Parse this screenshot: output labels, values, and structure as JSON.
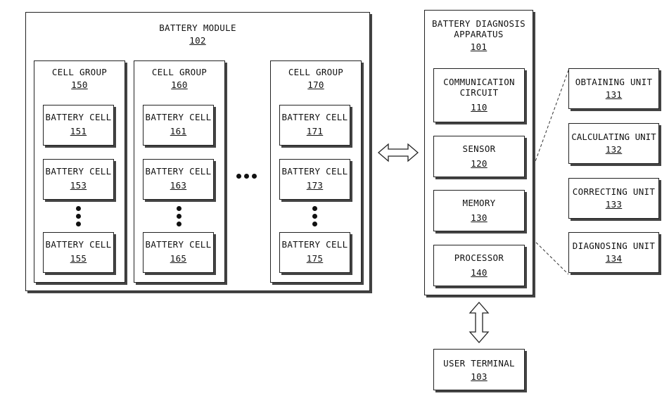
{
  "module": {
    "label": "BATTERY MODULE",
    "ref": "102"
  },
  "groups": [
    {
      "label": "CELL GROUP",
      "ref": "150",
      "cells": [
        {
          "label": "BATTERY CELL",
          "ref": "151"
        },
        {
          "label": "BATTERY CELL",
          "ref": "153"
        },
        {
          "label": "BATTERY CELL",
          "ref": "155"
        }
      ]
    },
    {
      "label": "CELL GROUP",
      "ref": "160",
      "cells": [
        {
          "label": "BATTERY CELL",
          "ref": "161"
        },
        {
          "label": "BATTERY CELL",
          "ref": "163"
        },
        {
          "label": "BATTERY CELL",
          "ref": "165"
        }
      ]
    },
    {
      "label": "CELL GROUP",
      "ref": "170",
      "cells": [
        {
          "label": "BATTERY CELL",
          "ref": "171"
        },
        {
          "label": "BATTERY CELL",
          "ref": "173"
        },
        {
          "label": "BATTERY CELL",
          "ref": "175"
        }
      ]
    }
  ],
  "apparatus": {
    "label_line1": "BATTERY DIAGNOSIS",
    "label_line2": "APPARATUS",
    "ref": "101",
    "components": [
      {
        "label_line1": "COMMUNICATION",
        "label_line2": "CIRCUIT",
        "ref": "110"
      },
      {
        "label_line1": "SENSOR",
        "ref": "120"
      },
      {
        "label_line1": "MEMORY",
        "ref": "130"
      },
      {
        "label_line1": "PROCESSOR",
        "ref": "140"
      }
    ]
  },
  "memory_units": [
    {
      "label": "OBTAINING UNIT",
      "ref": "131"
    },
    {
      "label": "CALCULATING UNIT",
      "ref": "132"
    },
    {
      "label": "CORRECTING UNIT",
      "ref": "133"
    },
    {
      "label": "DIAGNOSING UNIT",
      "ref": "134"
    }
  ],
  "user_terminal": {
    "label": "USER TERMINAL",
    "ref": "103"
  }
}
